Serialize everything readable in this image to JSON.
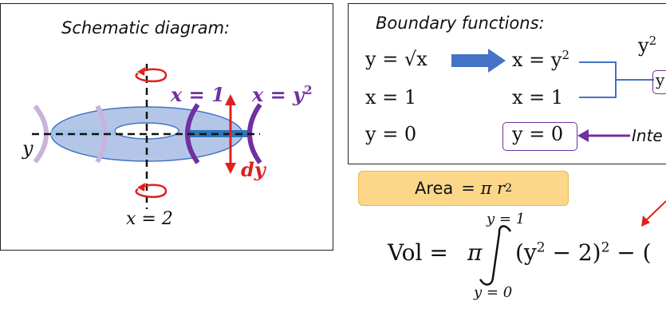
{
  "schematic": {
    "title": "Schematic diagram:",
    "label_x1": "x = 1",
    "label_xy2": "x = y",
    "label_xy2_exp": "2",
    "label_dy": "dy",
    "label_y": "y",
    "label_x2": "x = 2"
  },
  "boundary": {
    "title": "Boundary functions:",
    "rows": [
      {
        "left": "y = √x",
        "right": "x = y",
        "right_exp": "2"
      },
      {
        "left": "x = 1",
        "right": "x = 1"
      },
      {
        "left": "y = 0",
        "right": "y = 0"
      }
    ],
    "partial_exp": "y",
    "partial_exp_sup": "2",
    "partial_box": "y",
    "partial_text": "Inte"
  },
  "area": {
    "label": "Area",
    "formula": "= π r",
    "exp": "2"
  },
  "volume": {
    "label": "Vol =",
    "pi": "π",
    "upper_limit": "y = 1",
    "lower_limit": "y = 0",
    "integrand": "(y",
    "integrand_exp": "2",
    "integrand_rest": " − 2)",
    "integrand_exp2": "2",
    "integrand_tail": " − ("
  },
  "colors": {
    "ring_fill": "#b4c6e7",
    "ring_stroke": "#4472c4",
    "strip": "#2e75b6",
    "purple": "#7030a0",
    "light_purple": "#c9b3dd",
    "red": "#e02020",
    "blue_arrow": "#4472c4",
    "area_fill": "#fcd78a"
  }
}
